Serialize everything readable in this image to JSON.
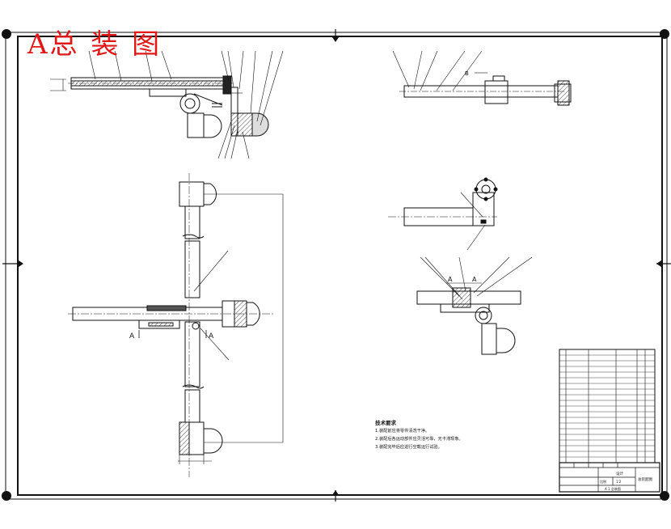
{
  "drawing": {
    "title": "A总 装 图",
    "section_label": "A",
    "section_a_left": "A",
    "section_a_right": "A",
    "view_b_label": "B",
    "view_arrow_label": "A"
  },
  "tech_notes": {
    "heading": "技术要求",
    "lines": [
      "1.装配前应将零件清洗干净。",
      "2.装配后各运动部件应灵活可靠，无卡滞现象。",
      "3.装配完毕后应进行空载运行试验。"
    ]
  },
  "title_block": {
    "design_label": "设计",
    "drawing_name": "总装配图",
    "scale_label": "比例",
    "scale": "1:2",
    "sheet_label": "A 1 总装图"
  }
}
